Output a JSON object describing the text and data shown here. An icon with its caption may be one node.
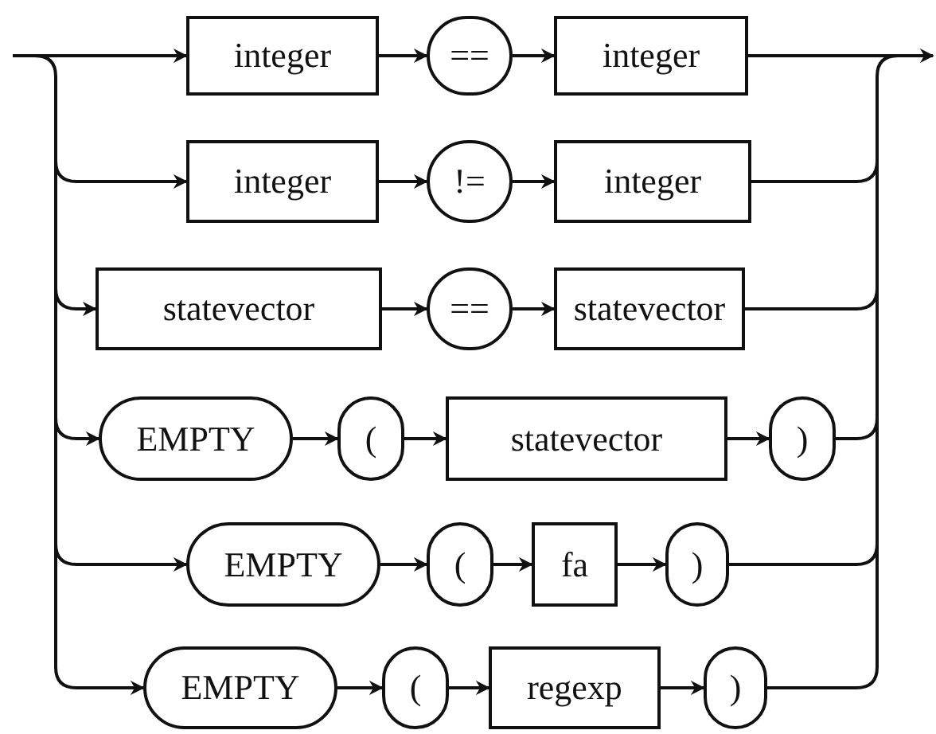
{
  "diagram": {
    "nodes": [
      {
        "text": [
          "integer"
        ]
      },
      {
        "text": [
          "=="
        ]
      },
      {
        "text": [
          "integer"
        ]
      },
      {
        "text": [
          "integer"
        ]
      },
      {
        "text": [
          "!="
        ]
      },
      {
        "text": [
          "integer"
        ]
      },
      {
        "text": [
          "statevector"
        ]
      },
      {
        "text": [
          "=="
        ]
      },
      {
        "text": [
          "statevector"
        ]
      },
      {
        "text": [
          "EMPTY"
        ]
      },
      {
        "text": [
          "("
        ]
      },
      {
        "text": [
          "statevector"
        ]
      },
      {
        "text": [
          ")"
        ]
      },
      {
        "text": [
          "EMPTY"
        ]
      },
      {
        "text": [
          "("
        ]
      },
      {
        "text": [
          "fa"
        ]
      },
      {
        "text": [
          ")"
        ]
      },
      {
        "text": [
          "EMPTY"
        ]
      },
      {
        "text": [
          "("
        ]
      },
      {
        "text": [
          "regexp"
        ]
      },
      {
        "text": [
          ")"
        ]
      }
    ],
    "edges": [
      {
        "from": null,
        "to": 0,
        "arrow": "to"
      },
      {
        "from": 0,
        "to": 1,
        "arrow": "to"
      },
      {
        "from": 1,
        "to": 2,
        "arrow": "to"
      },
      {
        "from": 2,
        "to": null,
        "arrow": "to"
      },
      {
        "from": null,
        "to": 3,
        "arrow": "to"
      },
      {
        "from": 3,
        "to": 4,
        "arrow": "to"
      },
      {
        "from": 4,
        "to": 5,
        "arrow": "to"
      },
      {
        "from": 5,
        "to": null,
        "arrow": "none"
      },
      {
        "from": null,
        "to": 6,
        "arrow": "to"
      },
      {
        "from": 6,
        "to": 7,
        "arrow": "to"
      },
      {
        "from": 7,
        "to": 8,
        "arrow": "to"
      },
      {
        "from": 8,
        "to": null,
        "arrow": "none"
      },
      {
        "from": null,
        "to": 9,
        "arrow": "to"
      },
      {
        "from": 9,
        "to": 10,
        "arrow": "to"
      },
      {
        "from": 10,
        "to": 11,
        "arrow": "to"
      },
      {
        "from": 11,
        "to": 12,
        "arrow": "to"
      },
      {
        "from": 12,
        "to": null,
        "arrow": "none"
      },
      {
        "from": null,
        "to": 13,
        "arrow": "to"
      },
      {
        "from": 13,
        "to": 14,
        "arrow": "to"
      },
      {
        "from": 14,
        "to": 15,
        "arrow": "to"
      },
      {
        "from": 15,
        "to": 16,
        "arrow": "to"
      },
      {
        "from": 16,
        "to": null,
        "arrow": "none"
      },
      {
        "from": null,
        "to": 17,
        "arrow": "to"
      },
      {
        "from": 17,
        "to": 18,
        "arrow": "to"
      },
      {
        "from": 18,
        "to": 19,
        "arrow": "to"
      },
      {
        "from": 19,
        "to": 20,
        "arrow": "to"
      },
      {
        "from": 20,
        "to": null,
        "arrow": "none"
      }
    ]
  }
}
